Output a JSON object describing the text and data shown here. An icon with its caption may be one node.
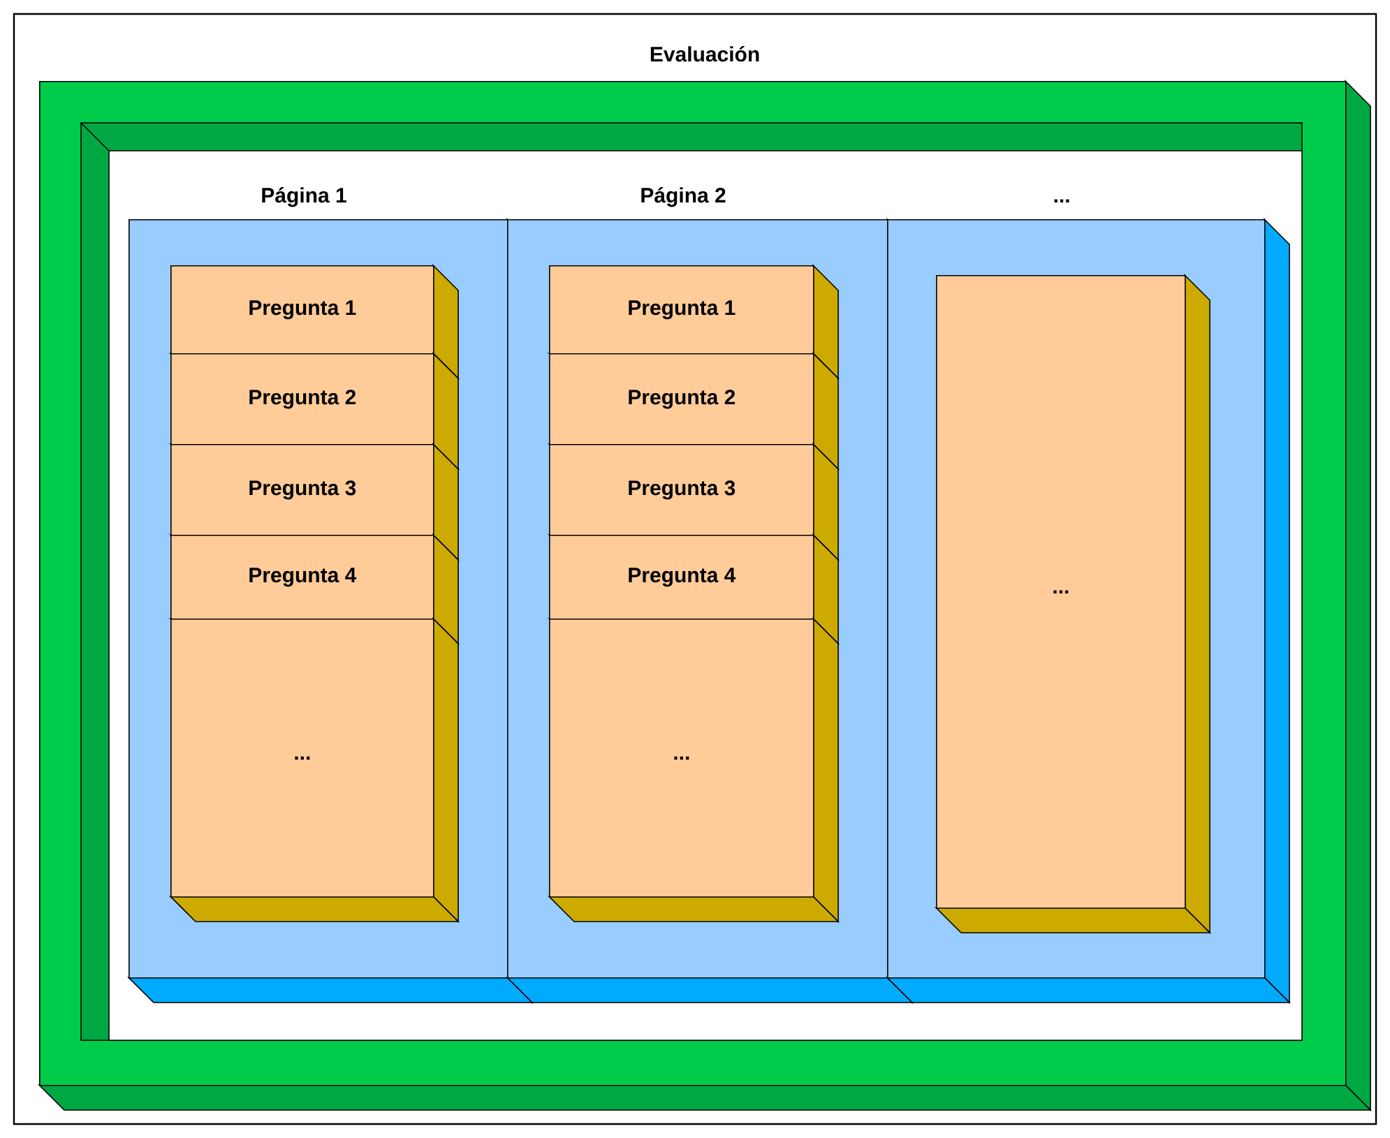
{
  "diagram": {
    "nodes": [
      {
        "text": [
          "Evaluación"
        ]
      },
      {
        "text": [
          "Página 1"
        ],
        "in": 0
      },
      {
        "text": [
          "Pregunta 1"
        ],
        "in": 1
      },
      {
        "text": [
          "Pregunta 2"
        ],
        "in": 1
      },
      {
        "text": [
          "Pregunta 3"
        ],
        "in": 1
      },
      {
        "text": [
          "Pregunta 4"
        ],
        "in": 1
      },
      {
        "text": [
          "..."
        ],
        "in": 1
      },
      {
        "text": [
          "Página 2"
        ],
        "in": 0
      },
      {
        "text": [
          "Pregunta 1"
        ],
        "in": 7
      },
      {
        "text": [
          "Pregunta 2"
        ],
        "in": 7
      },
      {
        "text": [
          "Pregunta 3"
        ],
        "in": 7
      },
      {
        "text": [
          "Pregunta 4"
        ],
        "in": 7
      },
      {
        "text": [
          "..."
        ],
        "in": 7
      },
      {
        "text": [
          "..."
        ],
        "in": 0
      },
      {
        "text": [
          "..."
        ],
        "in": 13
      }
    ]
  }
}
